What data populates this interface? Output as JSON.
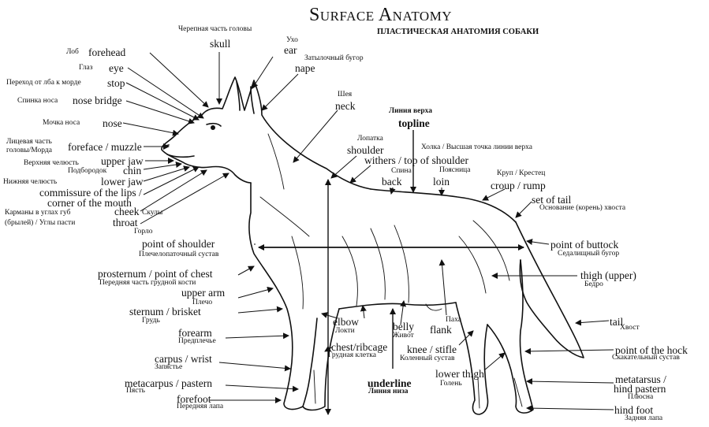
{
  "title": "Surface Anatomy",
  "subtitle": "ПЛАСТИЧЕСКАЯ АНАТОМИЯ СОБАКИ",
  "labels": {
    "skull": {
      "en": "skull",
      "ru": "Черепная часть головы"
    },
    "ear": {
      "en": "ear",
      "ru": "Ухо"
    },
    "nape": {
      "en": "nape",
      "ru": "Затылочный бугор"
    },
    "forehead": {
      "en": "forehead",
      "ru": "Лоб"
    },
    "eye": {
      "en": "eye",
      "ru": "Глаз"
    },
    "stop": {
      "en": "stop",
      "ru": "Переход от лба к морде"
    },
    "nose_bridge": {
      "en": "nose bridge",
      "ru": "Спинка носа"
    },
    "nose": {
      "en": "nose",
      "ru": "Мочка носа"
    },
    "foreface": {
      "en": "foreface / muzzle",
      "ru": "Лицевая часть головы/Морда"
    },
    "upper_jaw": {
      "en": "upper jaw",
      "ru": "Верхняя челюсть"
    },
    "chin": {
      "en": "chin",
      "ru": "Подбородок"
    },
    "lower_jaw": {
      "en": "lower jaw",
      "ru": "Нижняя челюсть"
    },
    "commissure": {
      "en": "commissure of the lips /",
      "en2": "corner of the mouth",
      "ru": "Карманы в углах губ",
      "ru2": "(брылей) / Углы пасти"
    },
    "cheek": {
      "en": "cheek",
      "ru": "Скулы"
    },
    "throat": {
      "en": "throat",
      "ru": "Горло"
    },
    "neck": {
      "en": "neck",
      "ru": "Шея"
    },
    "topline": {
      "en": "topline",
      "ru": "Линия верха"
    },
    "shoulder": {
      "en": "shoulder",
      "ru": "Лопатка"
    },
    "withers": {
      "en": "withers / top of shoulder",
      "ru": "Холка / Высшая точка линии верха"
    },
    "back": {
      "en": "back",
      "ru": "Спина"
    },
    "loin": {
      "en": "loin",
      "ru": "Поясница"
    },
    "croup": {
      "en": "croup / rump",
      "ru": "Круп / Крестец"
    },
    "set_of_tail": {
      "en": "set of tail",
      "ru": "Основание (корень) хвоста"
    },
    "point_of_shoulder": {
      "en": "point of shoulder",
      "ru": "Плечелопаточный сустав"
    },
    "point_of_buttock": {
      "en": "point of buttock",
      "ru": "Седалищный бугор"
    },
    "prosternum": {
      "en": "prosternum / point of chest",
      "ru": "Передняя часть грудной кости"
    },
    "upper_arm": {
      "en": "upper arm",
      "ru": "Плечо"
    },
    "sternum": {
      "en": "sternum / brisket",
      "ru": "Грудь"
    },
    "thigh": {
      "en": "thigh (upper)",
      "ru": "Бедро"
    },
    "forearm": {
      "en": "forearm",
      "ru": "Предплечье"
    },
    "elbow": {
      "en": "elbow",
      "ru": "Локти"
    },
    "belly": {
      "en": "belly",
      "ru": "Живот"
    },
    "flank": {
      "en": "flank",
      "ru": "Паха"
    },
    "tail": {
      "en": "tail",
      "ru": "Хвост"
    },
    "chest": {
      "en": "chest/ribcage",
      "ru": "Грудная клетка"
    },
    "knee": {
      "en": "knee / stifle",
      "ru": "Коленный сустав"
    },
    "hock": {
      "en": "point of the hock",
      "ru": "Скакательный сустав"
    },
    "carpus": {
      "en": "carpus / wrist",
      "ru": "Запястье"
    },
    "lower_thigh": {
      "en": "lower thigh",
      "ru": "Голень"
    },
    "metacarpus": {
      "en": "metacarpus / pastern",
      "ru": "Пясть"
    },
    "metatarsus": {
      "en": "metatarsus /",
      "en2": "hind pastern",
      "ru": "Плюсна"
    },
    "underline": {
      "en": "underline",
      "ru": "Линия низа"
    },
    "forefoot": {
      "en": "forefoot",
      "ru": "Передняя лапа"
    },
    "hind_foot": {
      "en": "hind foot",
      "ru": "Задняя лапа"
    }
  }
}
